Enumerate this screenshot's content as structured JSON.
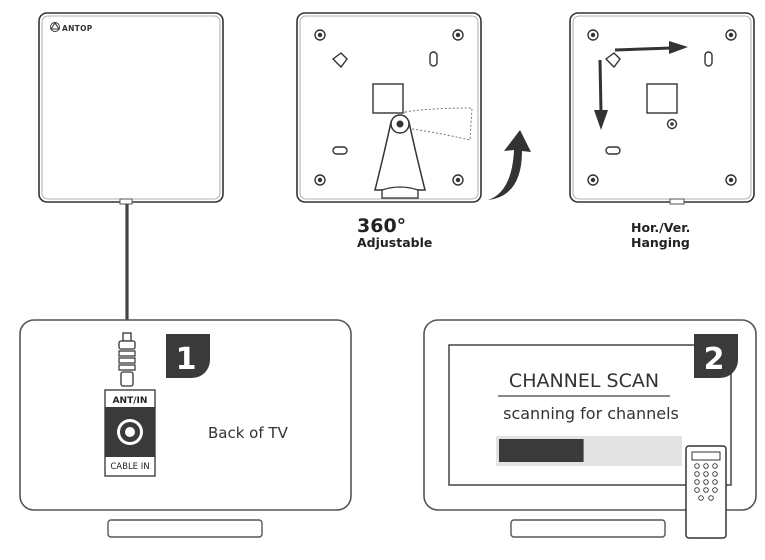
{
  "antenna": {
    "brand": "ANTOP"
  },
  "rotation": {
    "degrees": "360°",
    "label": "Adjustable"
  },
  "hanging": {
    "line1": "Hor./Ver.",
    "line2": "Hanging"
  },
  "step1": {
    "number": "1",
    "port_top": "ANT/IN",
    "port_bottom": "CABLE IN",
    "label": "Back of TV"
  },
  "step2": {
    "number": "2",
    "title": "CHANNEL SCAN",
    "subtitle": "scanning for channels",
    "progress": 0.47
  }
}
